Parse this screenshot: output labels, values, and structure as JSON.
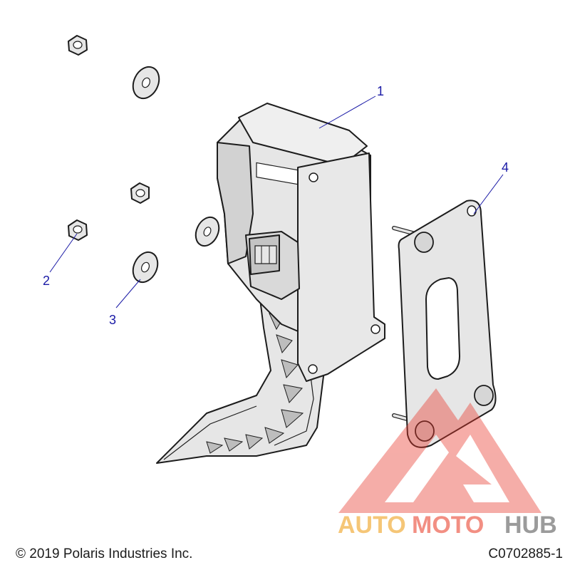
{
  "diagram": {
    "callouts": [
      {
        "id": "1",
        "label": "1"
      },
      {
        "id": "2",
        "label": "2"
      },
      {
        "id": "3",
        "label": "3"
      },
      {
        "id": "4",
        "label": "4"
      }
    ]
  },
  "footer": {
    "copyright": "© 2019 Polaris Industries Inc.",
    "drawing_number": "C0702885-1"
  },
  "watermark": {
    "part1": "AUTO",
    "part2": "MOTO",
    "part3": "HUB",
    "colors": {
      "auto": "#f2b34a",
      "moto": "#ee6a5a",
      "hub": "#7a7a7a",
      "triangle": "#e8382c"
    }
  },
  "colors": {
    "callout": "#1a1aa6",
    "part_fill": "#e6e6e6",
    "part_shade": "#cfcfcf",
    "outline": "#1c1c1c"
  }
}
